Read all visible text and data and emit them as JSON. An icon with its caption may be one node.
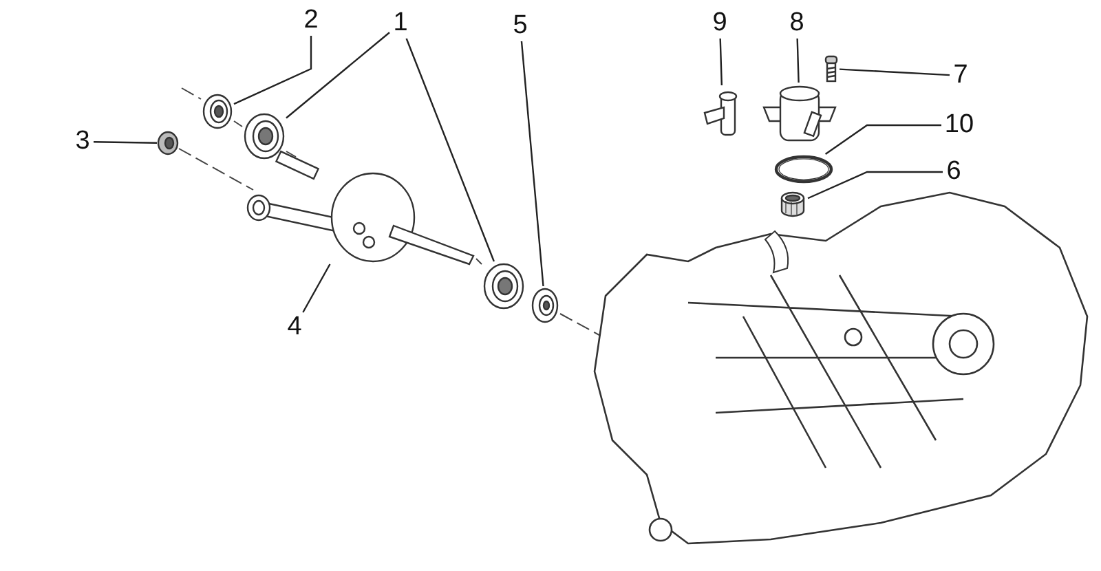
{
  "diagram": {
    "nodes": [
      {
        "text": [
          "2"
        ]
      },
      {
        "text": [
          "1"
        ]
      },
      {
        "text": [
          "5"
        ]
      },
      {
        "text": [
          "9"
        ]
      },
      {
        "text": [
          "8"
        ]
      },
      {
        "text": [
          "7"
        ]
      },
      {
        "text": [
          "10"
        ]
      },
      {
        "text": [
          "6"
        ]
      },
      {
        "text": [
          "3"
        ]
      },
      {
        "text": [
          "4"
        ]
      },
      {
        "text": [],
        "shape": "picture"
      },
      {
        "text": [],
        "shape": "picture"
      },
      {
        "text": [],
        "shape": "picture"
      },
      {
        "text": [],
        "shape": "picture"
      },
      {
        "text": [],
        "shape": "picture"
      },
      {
        "text": [],
        "shape": "picture"
      },
      {
        "text": [],
        "shape": "picture"
      },
      {
        "text": [],
        "shape": "picture"
      },
      {
        "text": [],
        "shape": "picture"
      },
      {
        "text": [],
        "shape": "picture"
      },
      {
        "text": [],
        "shape": "picture"
      }
    ],
    "edges": [
      {
        "from": 0,
        "to": 10,
        "arrow": "none"
      },
      {
        "from": 1,
        "to": 11,
        "arrow": "none"
      },
      {
        "from": 1,
        "to": 14,
        "arrow": "none"
      },
      {
        "from": 2,
        "to": 15,
        "arrow": "none"
      },
      {
        "from": 3,
        "to": 16,
        "arrow": "none"
      },
      {
        "from": 4,
        "to": 17,
        "arrow": "none"
      },
      {
        "from": 5,
        "to": 18,
        "arrow": "none"
      },
      {
        "from": 6,
        "to": 19,
        "arrow": "none"
      },
      {
        "from": 7,
        "to": 20,
        "arrow": "none"
      },
      {
        "from": 8,
        "to": 12,
        "arrow": "none"
      },
      {
        "from": 9,
        "to": 13,
        "arrow": "none"
      }
    ]
  }
}
